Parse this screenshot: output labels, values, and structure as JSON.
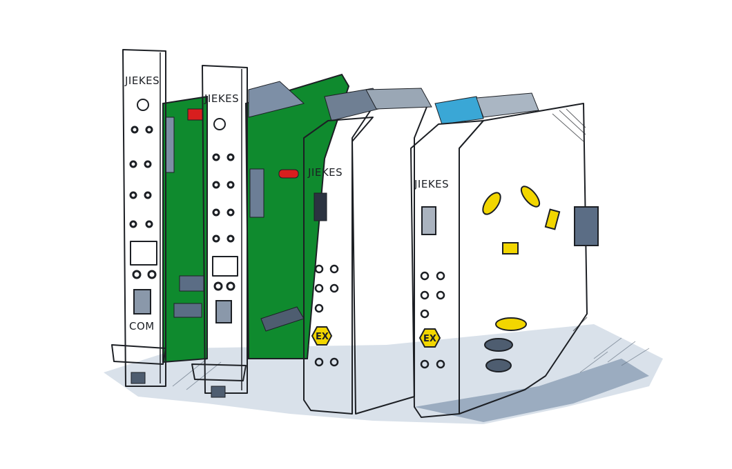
{
  "illustration": {
    "cards": [
      {
        "brand": "JIEKES",
        "port_label": "COM"
      },
      {
        "brand": "JIEKES"
      }
    ],
    "modules": [
      {
        "brand": "JIEKES",
        "badge": "EX"
      },
      {
        "brand": "JIEKES",
        "badge": "EX"
      }
    ]
  },
  "colors": {
    "board_green": "#0f8a2e",
    "led_red": "#d81e1e",
    "badge_yellow": "#f2d600",
    "connector_blue": "#3aa7d6",
    "shadow_blue": "#8fa6bf",
    "ink": "#1c1f24"
  }
}
